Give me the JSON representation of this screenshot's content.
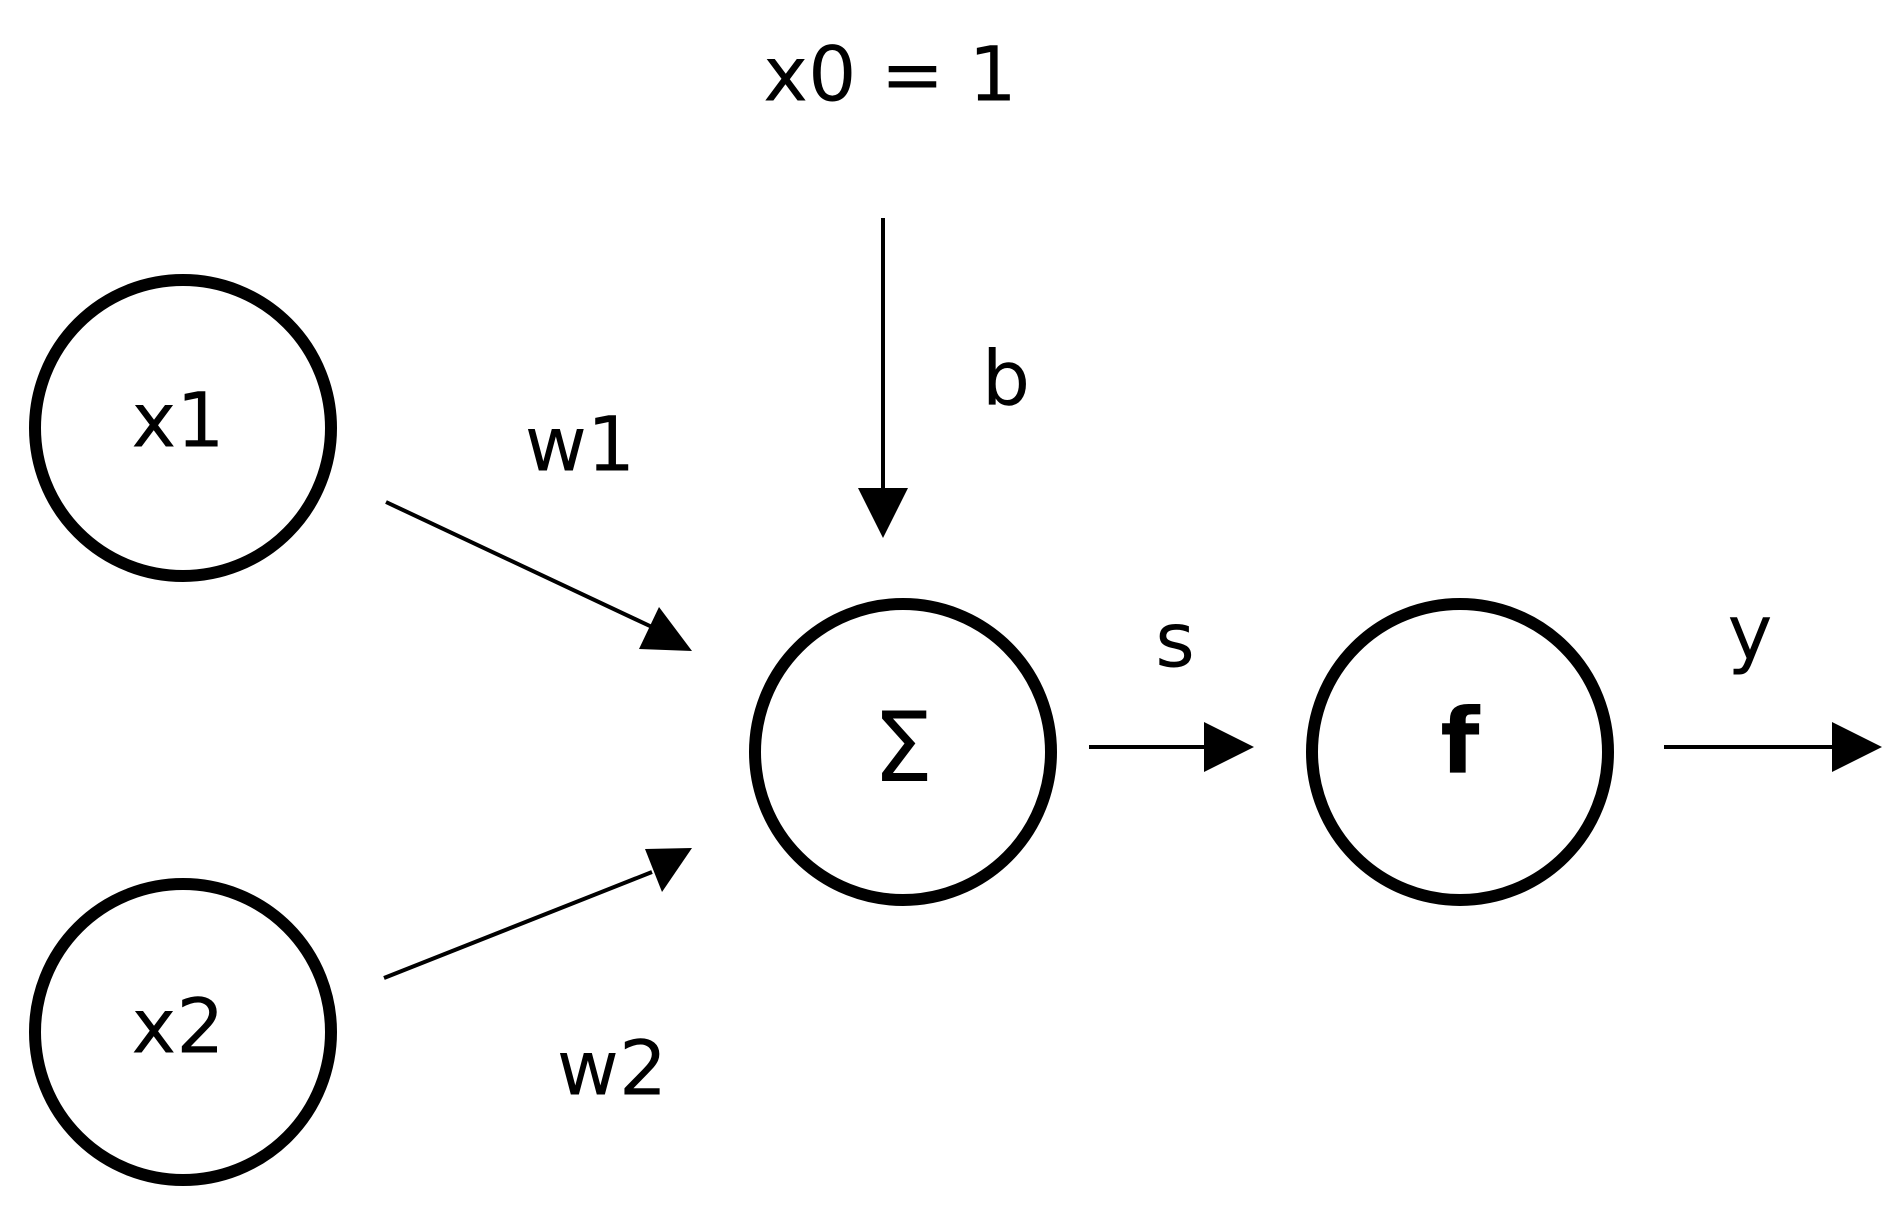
{
  "diagram": {
    "nodes": {
      "input_x1": {
        "label": "x1"
      },
      "input_x2": {
        "label": "x2"
      },
      "sum": {
        "label": "Σ"
      },
      "activation": {
        "label": "f"
      }
    },
    "bias_input": {
      "label": "x0 = 1"
    },
    "edge_labels": {
      "w1": "w1",
      "w2": "w2",
      "b": "b",
      "s": "s",
      "y": "y"
    }
  }
}
